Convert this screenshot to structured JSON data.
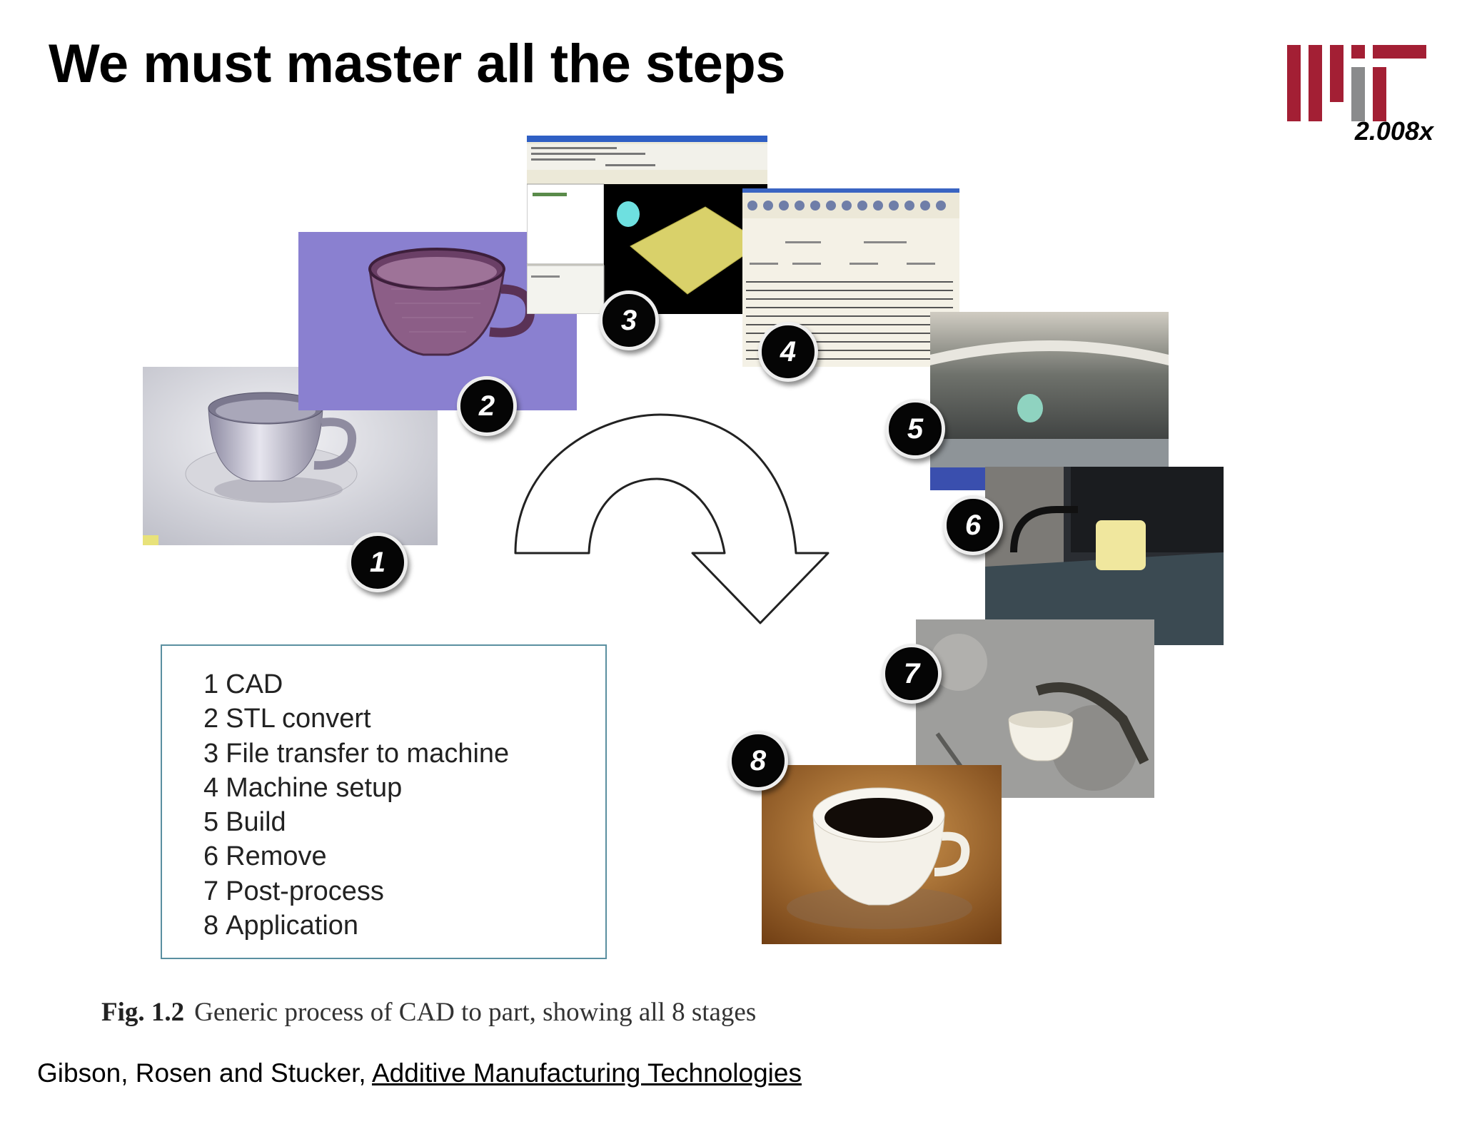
{
  "slide": {
    "title": "We must master all the steps",
    "logo": {
      "name": "MIT",
      "course": "2.008x",
      "colors": {
        "primary": "#a31f34",
        "secondary": "#8a8b8c"
      }
    }
  },
  "figure": {
    "steps": [
      {
        "number": "1",
        "label": "CAD"
      },
      {
        "number": "2",
        "label": "STL convert"
      },
      {
        "number": "3",
        "label": "File transfer to machine"
      },
      {
        "number": "4",
        "label": "Machine setup"
      },
      {
        "number": "5",
        "label": "Build"
      },
      {
        "number": "6",
        "label": "Remove"
      },
      {
        "number": "7",
        "label": "Post-process"
      },
      {
        "number": "8",
        "label": "Application"
      }
    ],
    "caption": {
      "label": "Fig. 1.2",
      "text": "Generic process of CAD to part, showing all 8 stages"
    }
  },
  "citation": {
    "authors": "Gibson, Rosen and Stucker,",
    "book": "Additive Manufacturing Technologies"
  }
}
